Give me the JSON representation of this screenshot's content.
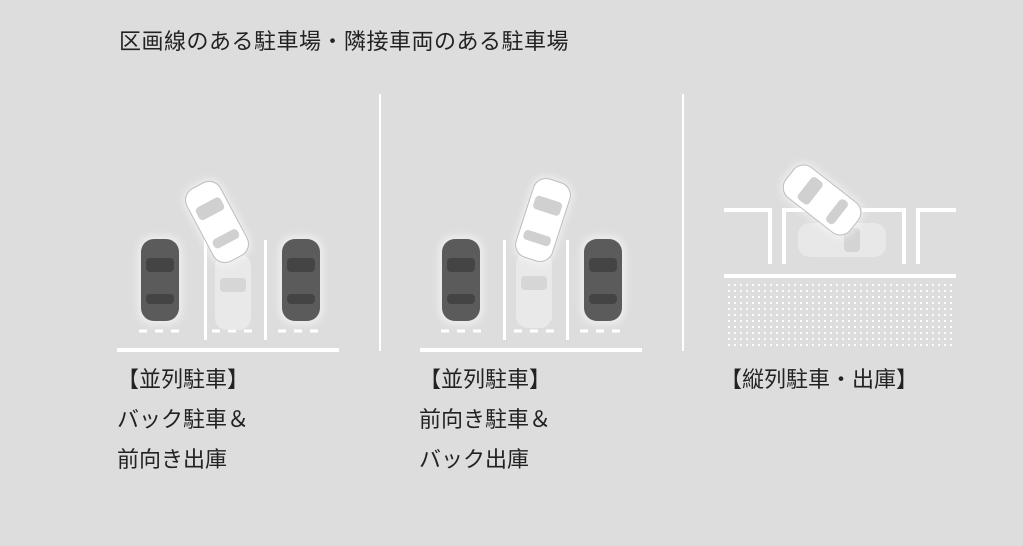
{
  "title": "区画線のある駐車場・隣接車両のある駐車場",
  "panels": [
    {
      "caption_lines": [
        "【並列駐車】",
        "バック駐車＆",
        "前向き出庫"
      ]
    },
    {
      "caption_lines": [
        "【並列駐車】",
        "前向き駐車＆",
        "バック出庫"
      ]
    },
    {
      "caption_lines": [
        "【縦列駐車・出庫】"
      ]
    }
  ],
  "colors": {
    "background": "#dcdddc",
    "line": "#ffffff",
    "parked_car": "#5a5a5a",
    "active_car": "#ffffff",
    "ghost_car": "#e8e8e8"
  }
}
